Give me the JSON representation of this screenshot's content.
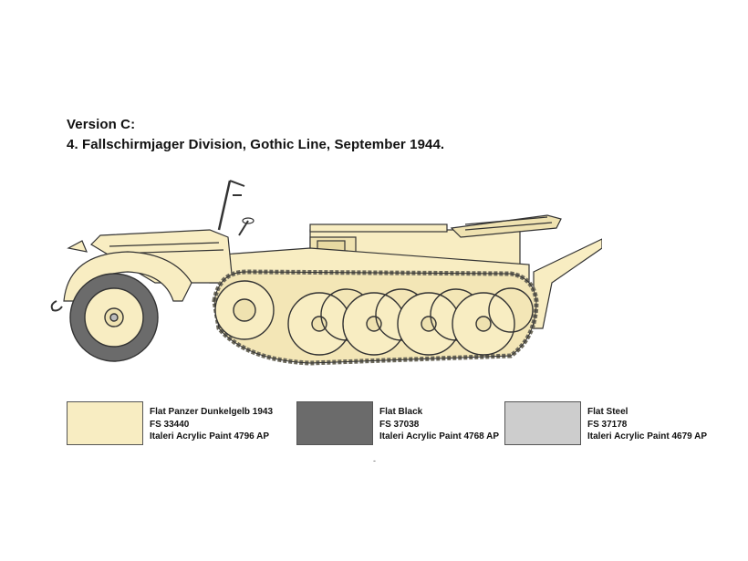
{
  "header": {
    "version": "Version C:",
    "subtitle": "4. Fallschirmjager Division,  Gothic Line, September 1944."
  },
  "colors": {
    "sand": "#f8edc2",
    "black": "#6b6b6b",
    "steel": "#cdcdcd"
  },
  "paints": [
    {
      "name": "Flat Panzer Dunkelgelb 1943",
      "fs": "FS 33440",
      "code": "Italeri Acrylic Paint 4796 AP",
      "color": "#f8edc2"
    },
    {
      "name": "Flat Black",
      "fs": "FS 37038",
      "code": "Italeri Acrylic Paint 4768 AP",
      "color": "#6b6b6b"
    },
    {
      "name": "Flat Steel",
      "fs": "FS 37178",
      "code": "Italeri Acrylic Paint 4679 AP",
      "color": "#cdcdcd"
    }
  ],
  "footer": {
    "mark": "-"
  }
}
